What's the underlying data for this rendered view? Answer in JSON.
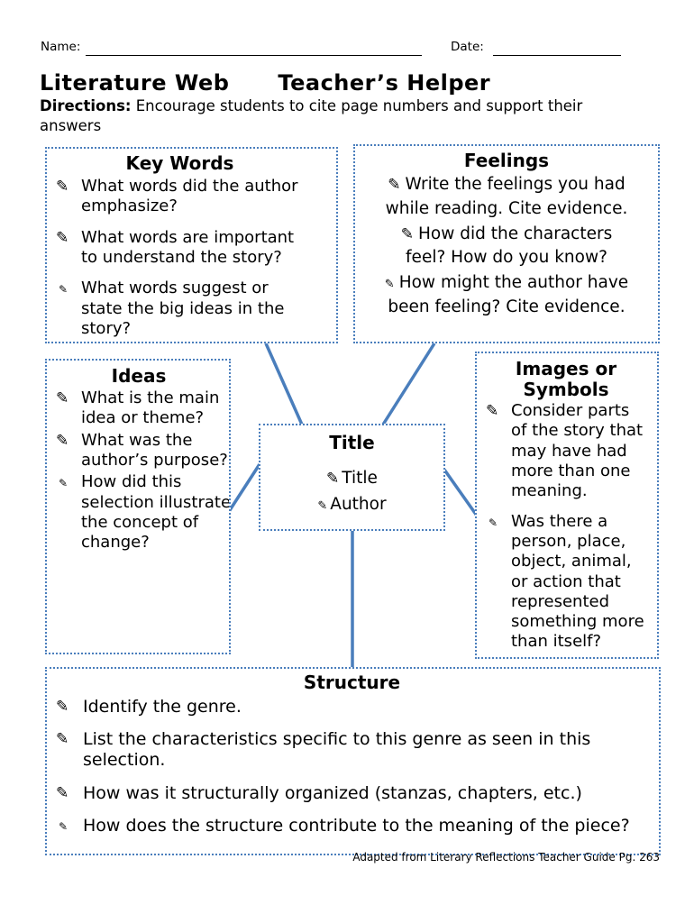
{
  "colors": {
    "accent_blue": "#4a7ebc",
    "text": "#000000",
    "background": "#ffffff"
  },
  "glyphs": {
    "pencil": "✎"
  },
  "header": {
    "name_label": "Name:",
    "date_label": "Date:",
    "title": "Literature Web",
    "subtitle": "Teacher’s Helper",
    "directions_label": "Directions:",
    "directions_text": " Encourage students to cite page numbers and support their answers"
  },
  "boxes": {
    "key_words": {
      "heading": "Key Words",
      "items": [
        {
          "text": "What words did the author emphasize?",
          "bullet": "pencil-large"
        },
        {
          "text": "What words are important to understand the story?",
          "bullet": "pencil-large"
        },
        {
          "text": "What words suggest or state the big ideas in the story?",
          "bullet": "pencil-small"
        }
      ]
    },
    "feelings": {
      "heading": "Feelings",
      "items": [
        {
          "text": "Write the feelings you had while reading. Cite evidence.",
          "bullet": "pencil-large"
        },
        {
          "text": "How did the characters feel? How do you know?",
          "bullet": "pencil-large"
        },
        {
          "text": "How might the author have been feeling? Cite evidence.",
          "bullet": "pencil-small"
        }
      ]
    },
    "ideas": {
      "heading": "Ideas",
      "items": [
        {
          "text": "What is the main idea or theme?",
          "bullet": "pencil-large"
        },
        {
          "text": "What was the author’s purpose?",
          "bullet": "pencil-large"
        },
        {
          "text": "How did this selection illustrate the concept of change?",
          "bullet": "pencil-small"
        }
      ]
    },
    "images_symbols": {
      "heading": "Images or Symbols",
      "items": [
        {
          "text": "Consider parts of the story that may have had more than one meaning.",
          "bullet": "pencil-large"
        },
        {
          "text": "Was there a person, place, object, animal, or action that represented something more than itself?",
          "bullet": "pencil-small"
        }
      ]
    },
    "title_center": {
      "heading": "Title",
      "items": [
        {
          "text": "Title",
          "bullet": "pencil-large"
        },
        {
          "text": "Author",
          "bullet": "pencil-small"
        }
      ]
    },
    "structure": {
      "heading": "Structure",
      "items": [
        {
          "text": "Identify the genre.",
          "bullet": "pencil-large"
        },
        {
          "text": "List the characteristics specific to this genre as seen in this selection.",
          "bullet": "pencil-large"
        },
        {
          "text": "How was it structurally organized (stanzas, chapters, etc.)",
          "bullet": "pencil-large"
        },
        {
          "text": "How does the structure contribute to the meaning of the piece?",
          "bullet": "pencil-small"
        }
      ]
    }
  },
  "footer": {
    "credit": "Adapted from Literary Reflections Teacher Guide Pg. 263"
  }
}
